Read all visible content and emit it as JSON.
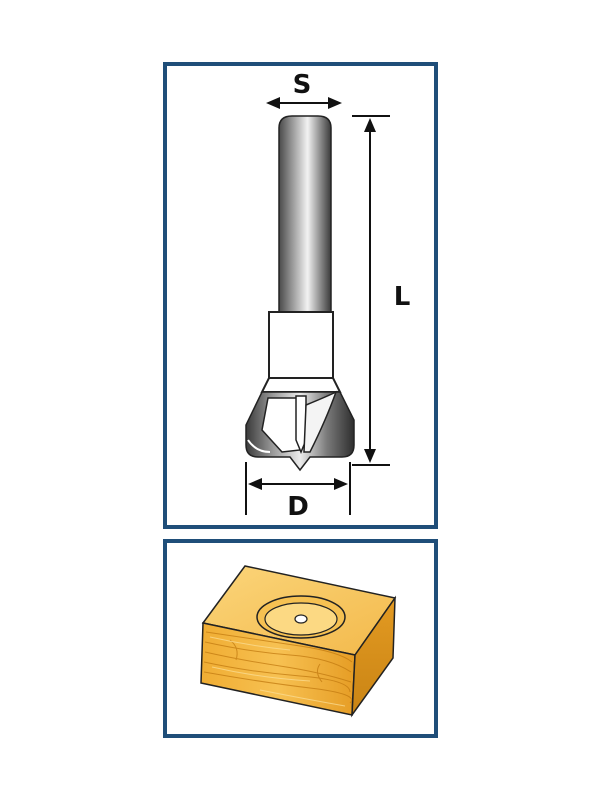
{
  "dimensions": {
    "shank": "S",
    "length": "L",
    "diameter": "D"
  },
  "colors": {
    "panel_border": "#1f4e79",
    "wood_light": "#f7c65a",
    "wood_mid": "#e9a22b",
    "wood_dark": "#c97e12",
    "steel_dark": "#3a3a3a",
    "steel_light": "#d9d9d9"
  },
  "icons": {
    "top_panel": "hinge-boring-bit-icon",
    "bottom_panel": "wood-block-with-hinge-cup-icon"
  }
}
